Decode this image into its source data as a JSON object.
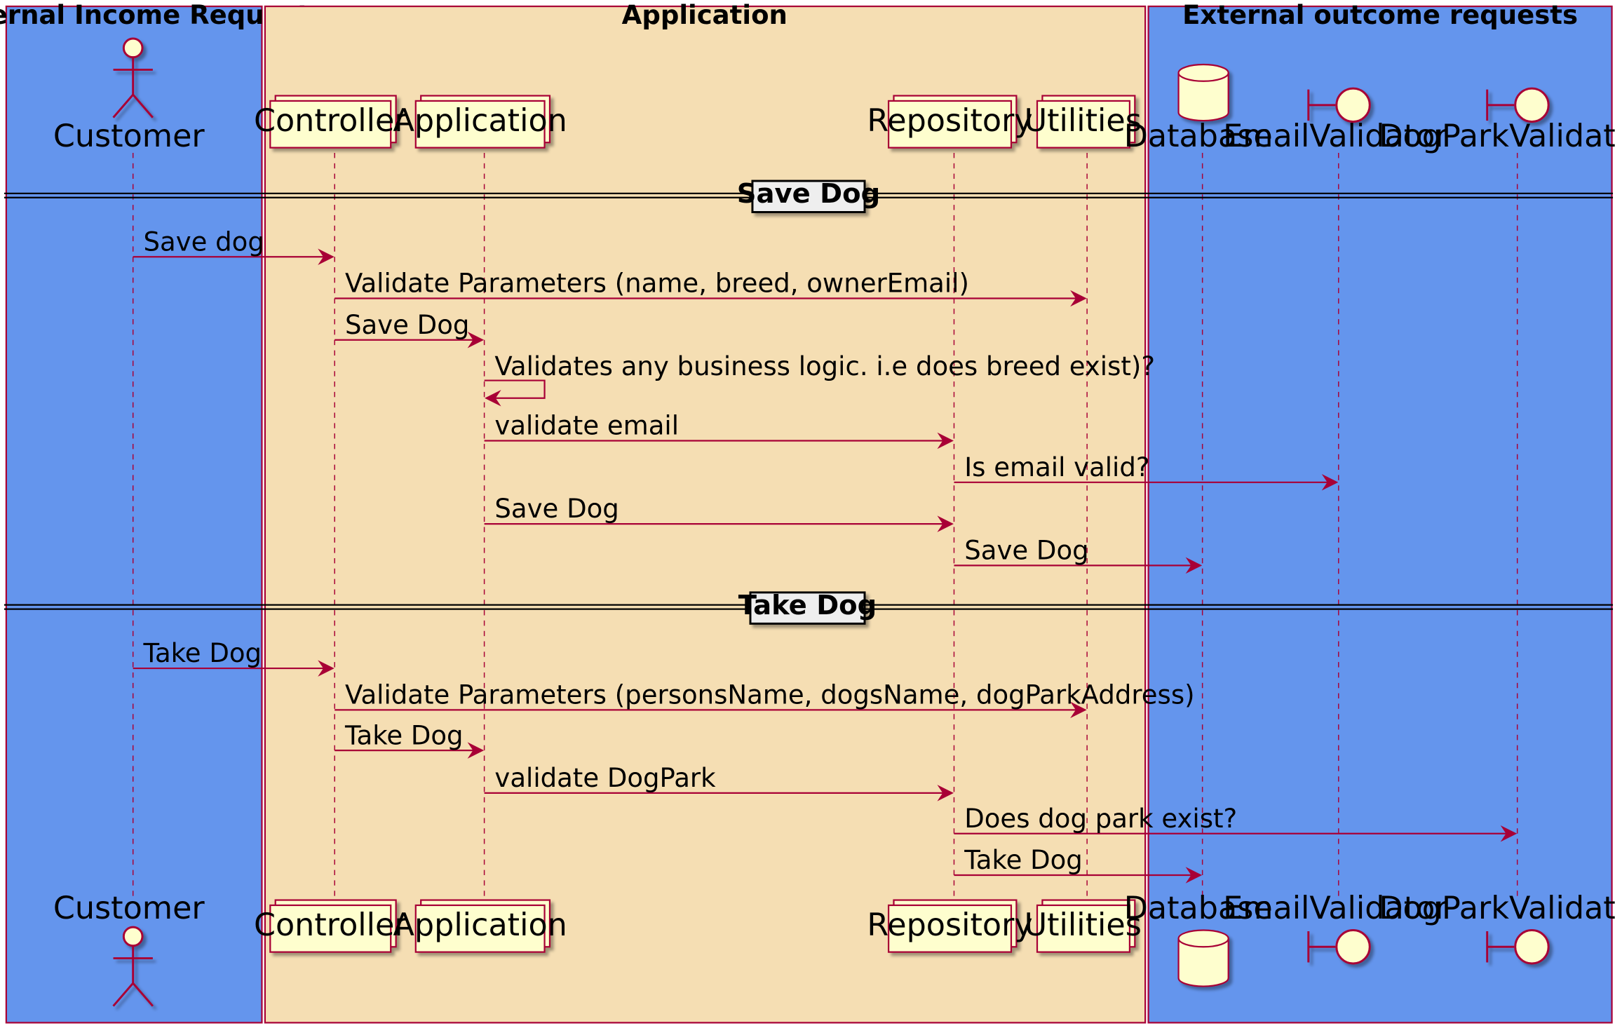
{
  "boxes": [
    {
      "id": "external_in",
      "title": "External Income Requests",
      "color": "#6495ED"
    },
    {
      "id": "application",
      "title": "Application",
      "color": "#F5DEB3"
    },
    {
      "id": "external_out",
      "title": "External outcome requests",
      "color": "#6495ED"
    }
  ],
  "participants": [
    {
      "id": "customer",
      "label": "Customer",
      "kind": "actor",
      "box": "external_in"
    },
    {
      "id": "controller",
      "label": "Controller",
      "kind": "collections",
      "box": "application"
    },
    {
      "id": "application",
      "label": "Application",
      "kind": "collections",
      "box": "application"
    },
    {
      "id": "repository",
      "label": "Repository",
      "kind": "collections",
      "box": "application"
    },
    {
      "id": "utilities",
      "label": "Utilities",
      "kind": "collections",
      "box": "application"
    },
    {
      "id": "database",
      "label": "Database",
      "kind": "database",
      "box": "external_out"
    },
    {
      "id": "emailvalidator",
      "label": "EmailValidator",
      "kind": "boundary",
      "box": "external_out"
    },
    {
      "id": "dogparkvalidator",
      "label": "DogParkValidator",
      "kind": "boundary",
      "box": "external_out"
    }
  ],
  "dividers": [
    {
      "label": "Save Dog"
    },
    {
      "label": "Take Dog"
    }
  ],
  "messages": [
    {
      "from": "customer",
      "to": "controller",
      "label": "Save dog"
    },
    {
      "from": "controller",
      "to": "utilities",
      "label": "Validate Parameters (name, breed, ownerEmail)"
    },
    {
      "from": "controller",
      "to": "application",
      "label": "Save Dog"
    },
    {
      "from": "application",
      "to": "application",
      "label": "Validates any business logic. i.e does breed exist)?"
    },
    {
      "from": "application",
      "to": "repository",
      "label": "validate email"
    },
    {
      "from": "repository",
      "to": "emailvalidator",
      "label": "Is email valid?"
    },
    {
      "from": "application",
      "to": "repository",
      "label": "Save Dog"
    },
    {
      "from": "repository",
      "to": "database",
      "label": "Save Dog"
    },
    {
      "from": "customer",
      "to": "controller",
      "label": "Take Dog"
    },
    {
      "from": "controller",
      "to": "utilities",
      "label": "Validate Parameters (personsName, dogsName, dogParkAddress)"
    },
    {
      "from": "controller",
      "to": "application",
      "label": "Take Dog"
    },
    {
      "from": "application",
      "to": "repository",
      "label": "validate DogPark"
    },
    {
      "from": "repository",
      "to": "dogparkvalidator",
      "label": "Does dog park exist?"
    },
    {
      "from": "repository",
      "to": "database",
      "label": "Take Dog"
    }
  ],
  "colors": {
    "line": "#A80036",
    "participant_fill": "#FEFECE",
    "divider_fill": "#EEEEEE"
  }
}
